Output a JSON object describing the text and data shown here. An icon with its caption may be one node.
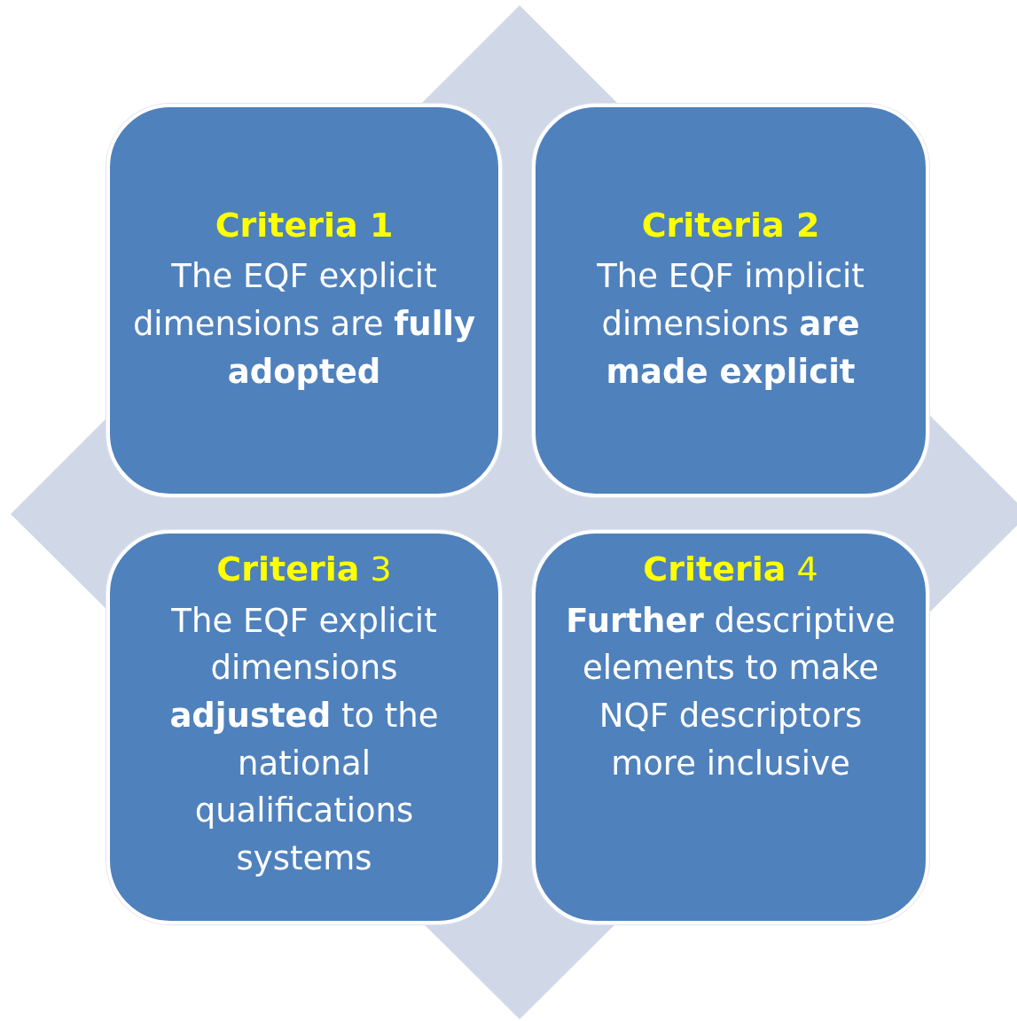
{
  "diagram": {
    "nodes": [
      {
        "text": [
          "Criteria 1",
          "The EQF explicit dimensions are **fully adopted**"
        ]
      },
      {
        "text": [
          "Criteria 2",
          "The EQF implicit dimensions **are made explicit**"
        ]
      },
      {
        "text": [
          "**Criteria** 3",
          "The EQF explicit dimensions **adjusted** to the national qualifications systems"
        ]
      },
      {
        "text": [
          "**Criteria** 4",
          "**Further** descriptive elements to make NQF descriptors more inclusive"
        ]
      }
    ]
  }
}
